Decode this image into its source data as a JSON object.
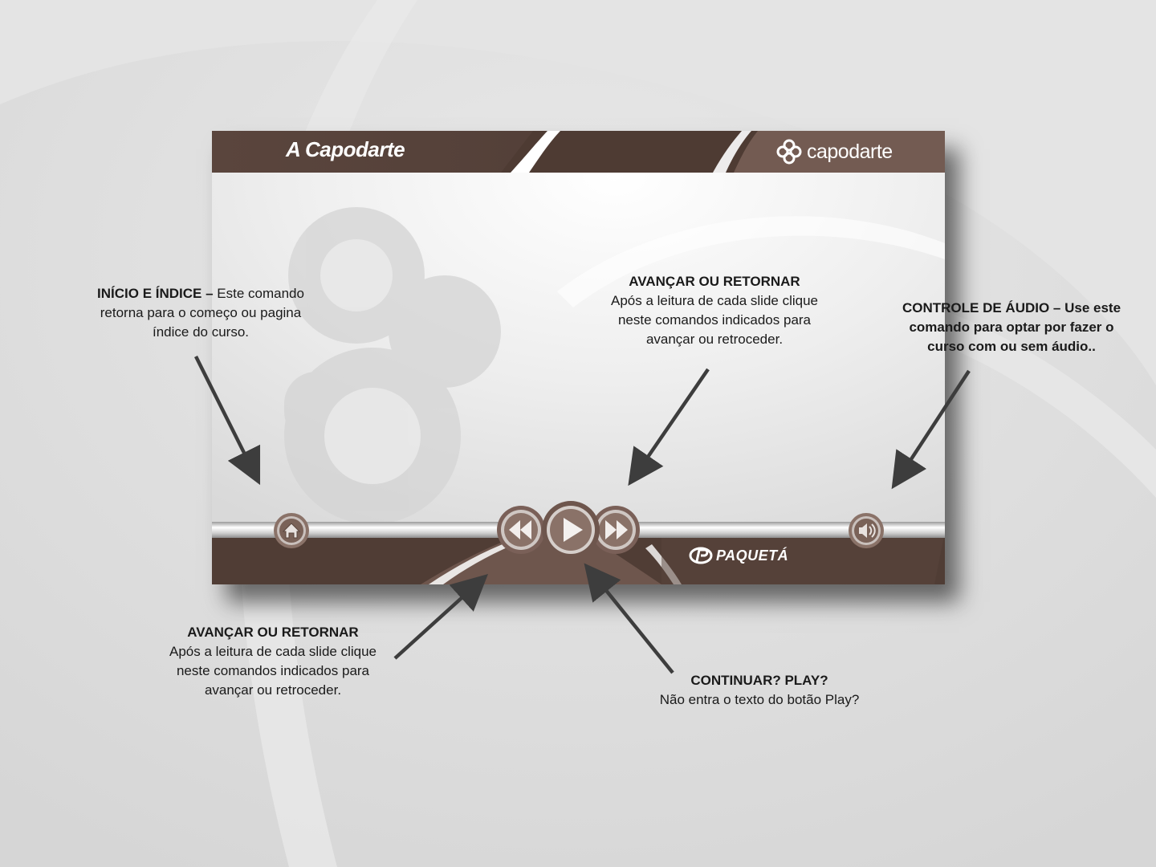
{
  "player": {
    "title": "A Capodarte",
    "brand_logo_text": "capodarte",
    "footer_logo_text": "PAQUETÁ",
    "buttons": {
      "home": "home-icon",
      "rewind": "rewind-icon",
      "play": "play-icon",
      "forward": "fast-forward-icon",
      "audio": "speaker-icon"
    },
    "colors": {
      "brown_dark": "#4a3830",
      "brown_mid": "#6b5148",
      "brown_light": "#8a7068"
    }
  },
  "annotations": {
    "home": {
      "heading": "INÍCIO E ÍNDICE –",
      "line1_rest": " Este comando",
      "line2": "retorna para o começo ou pagina",
      "line3": "índice do curso."
    },
    "nav_top": {
      "heading": "AVANÇAR OU RETORNAR",
      "line1": "Após a leitura de cada slide clique",
      "line2": "neste comandos indicados para",
      "line3": "avançar ou retroceder."
    },
    "audio": {
      "line1": "CONTROLE DE ÁUDIO – Use este",
      "line2": "comando para optar por  fazer o",
      "line3": "curso com ou sem áudio.."
    },
    "nav_bottom": {
      "heading": "AVANÇAR OU RETORNAR",
      "line1": "Após a leitura de cada slide clique",
      "line2": "neste comandos indicados para",
      "line3": "avançar ou retroceder."
    },
    "play": {
      "heading": "CONTINUAR? PLAY?",
      "line1": "Não entra o texto do botão Play?"
    }
  }
}
